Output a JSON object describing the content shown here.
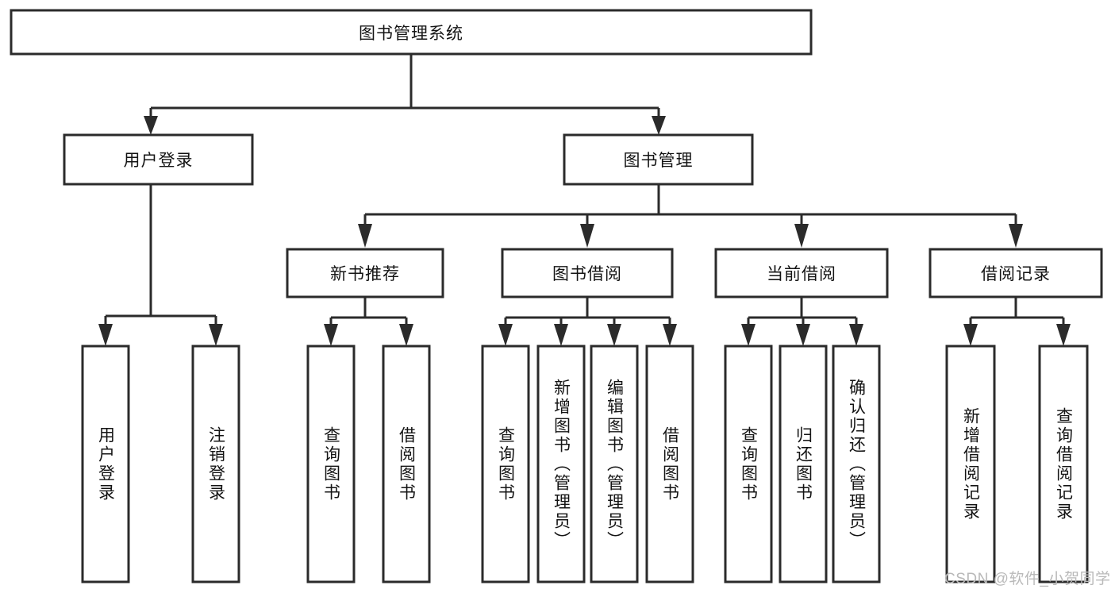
{
  "diagram": {
    "title": "图书管理系统",
    "type": "hierarchy-tree",
    "watermark": "CSDN @软件_小贺同学",
    "colors": {
      "box_stroke": "#2b2b2b",
      "box_fill": "#ffffff",
      "text": "#141414",
      "background": "#ffffff",
      "watermark": "#b9b9b9"
    },
    "levels": {
      "level1": [
        {
          "id": "root",
          "label": "图书管理系统",
          "orientation": "horizontal"
        }
      ],
      "level2": [
        {
          "id": "user-login",
          "label": "用户登录",
          "orientation": "horizontal",
          "parent": "root"
        },
        {
          "id": "book-manage",
          "label": "图书管理",
          "orientation": "horizontal",
          "parent": "root"
        }
      ],
      "level3": [
        {
          "id": "new-book-rec",
          "label": "新书推荐",
          "orientation": "horizontal",
          "parent": "book-manage"
        },
        {
          "id": "book-borrow",
          "label": "图书借阅",
          "orientation": "horizontal",
          "parent": "book-manage"
        },
        {
          "id": "current-borrow",
          "label": "当前借阅",
          "orientation": "horizontal",
          "parent": "book-manage"
        },
        {
          "id": "borrow-record",
          "label": "借阅记录",
          "orientation": "horizontal",
          "parent": "book-manage"
        }
      ],
      "leaves": [
        {
          "id": "leaf-user-login",
          "label": "用户登录",
          "orientation": "vertical",
          "parent": "user-login"
        },
        {
          "id": "leaf-user-logout",
          "label": "注销登录",
          "orientation": "vertical",
          "parent": "user-login"
        },
        {
          "id": "leaf-query-book-1",
          "label": "查询图书",
          "orientation": "vertical",
          "parent": "new-book-rec"
        },
        {
          "id": "leaf-borrow-book-1",
          "label": "借阅图书",
          "orientation": "vertical",
          "parent": "new-book-rec"
        },
        {
          "id": "leaf-query-book-2",
          "label": "查询图书",
          "orientation": "vertical",
          "parent": "book-borrow"
        },
        {
          "id": "leaf-add-book",
          "label": "新增图书（管理员）",
          "orientation": "vertical",
          "parent": "book-borrow"
        },
        {
          "id": "leaf-edit-book",
          "label": "编辑图书（管理员）",
          "orientation": "vertical",
          "parent": "book-borrow"
        },
        {
          "id": "leaf-borrow-book-2",
          "label": "借阅图书",
          "orientation": "vertical",
          "parent": "book-borrow"
        },
        {
          "id": "leaf-query-book-3",
          "label": "查询图书",
          "orientation": "vertical",
          "parent": "current-borrow"
        },
        {
          "id": "leaf-return-book",
          "label": "归还图书",
          "orientation": "vertical",
          "parent": "current-borrow"
        },
        {
          "id": "leaf-confirm-return",
          "label": "确认归还（管理员）",
          "orientation": "vertical",
          "parent": "current-borrow"
        },
        {
          "id": "leaf-add-record",
          "label": "新增借阅记录",
          "orientation": "vertical",
          "parent": "borrow-record"
        },
        {
          "id": "leaf-query-record",
          "label": "查询借阅记录",
          "orientation": "vertical",
          "parent": "borrow-record"
        }
      ]
    }
  }
}
